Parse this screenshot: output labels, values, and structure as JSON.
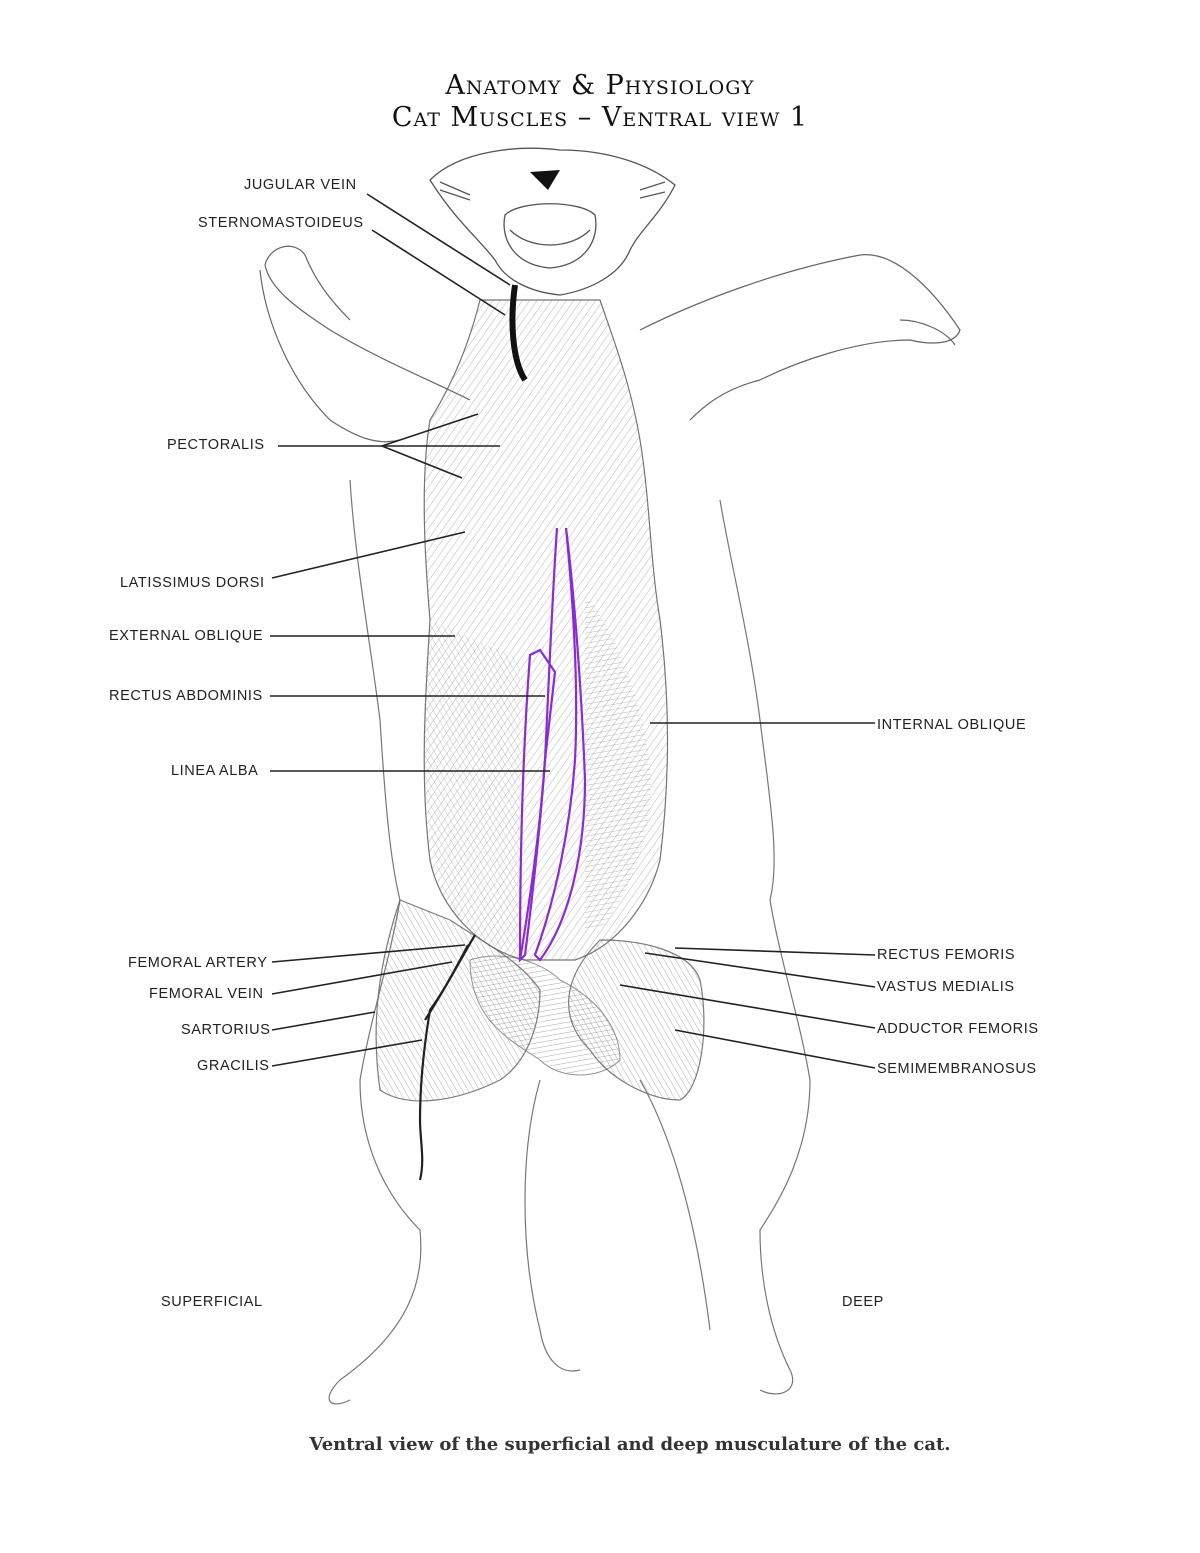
{
  "title": {
    "line1": "Anatomy & Physiology",
    "line2": "Cat Muscles – Ventral view 1"
  },
  "labels_left": {
    "jugular_vein": "JUGULAR VEIN",
    "sternomastoideus": "STERNOMASTOIDEUS",
    "pectoralis": "PECTORALIS",
    "latissimus_dorsi": "LATISSIMUS DORSI",
    "external_oblique": "EXTERNAL OBLIQUE",
    "rectus_abdominis": "RECTUS ABDOMINIS",
    "linea_alba": "LINEA ALBA",
    "femoral_artery": "FEMORAL ARTERY",
    "femoral_vein": "FEMORAL VEIN",
    "sartorius": "SARTORIUS",
    "gracilis": "GRACILIS"
  },
  "labels_right": {
    "internal_oblique": "INTERNAL OBLIQUE",
    "rectus_femoris": "RECTUS FEMORIS",
    "vastus_medialis": "VASTUS MEDIALIS",
    "adductor_femoris": "ADDUCTOR FEMORIS",
    "semimembranosus": "SEMIMEMBRANOSUS"
  },
  "sections": {
    "superficial": "SUPERFICIAL",
    "deep": "DEEP"
  },
  "caption": "Ventral view of the superficial and deep musculature of the cat.",
  "colors": {
    "outline": "#444444",
    "leader": "#222222",
    "highlight": "#8a2bd6",
    "muscle_shade": "#bdbdbd"
  }
}
